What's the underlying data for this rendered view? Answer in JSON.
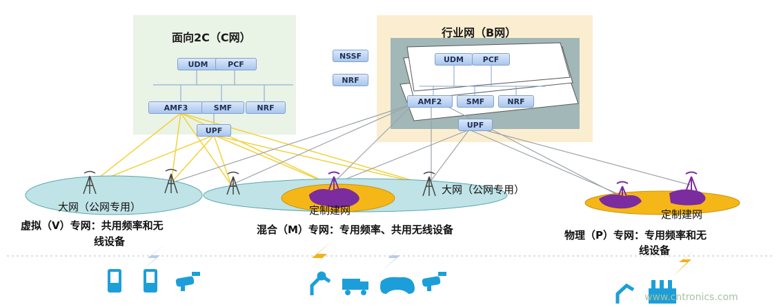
{
  "c_network": {
    "title": "面向2C（C网）",
    "udm": "UDM",
    "pcf": "PCF",
    "amf": "AMF3",
    "smf": "SMF",
    "nrf": "NRF",
    "upf": "UPF"
  },
  "shared": {
    "nssf": "NSSF",
    "nrf": "NRF"
  },
  "b_network": {
    "title": "行业网（B网）",
    "udm": "UDM",
    "pcf": "PCF",
    "amf": "AMF2",
    "smf": "SMF",
    "nrf": "NRF",
    "upf": "UPF"
  },
  "zones": {
    "public_left": "大网（公网专用）",
    "public_mid": "大网（公网专用）",
    "custom_mid": "定制建网",
    "custom_right": "定制建网"
  },
  "modes": {
    "virtual_line1": "虚拟（V）专网：共用频率和无",
    "virtual_line2": "线设备",
    "hybrid": "混合（M）专网：专用频率、共用无线设备",
    "physical_line1": "物理（P）专网：专用频率和无",
    "physical_line2": "线设备"
  },
  "watermark": "www.cntronics.com",
  "colors": {
    "c_panel": "#e9f3e6",
    "b_panel": "#fbeed0",
    "public_ellipse": "#bfe3e6",
    "custom_zone": "#f5b718",
    "custom_blob": "#7b2c9e",
    "link_yellow": "#f2d13a",
    "link_gray": "#9aa2aa",
    "icon_blue": "#1c9fd9"
  }
}
